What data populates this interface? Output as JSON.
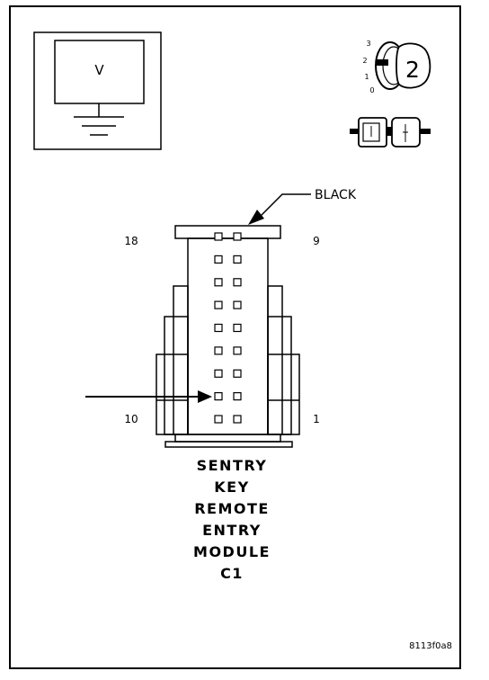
{
  "meter": {
    "symbol": "V"
  },
  "ignition": {
    "positions": [
      "3",
      "2",
      "1",
      "0"
    ],
    "selected": "2"
  },
  "connector": {
    "color_label": "BLACK",
    "pin_labels": {
      "top_left": "18",
      "top_right": "9",
      "bottom_left": "10",
      "bottom_right": "1"
    },
    "rows": 9,
    "indicated_row": 8,
    "title_lines": [
      "SENTRY",
      "KEY",
      "REMOTE",
      "ENTRY",
      "MODULE",
      "C1"
    ]
  },
  "figure_id": "8113f0a8"
}
